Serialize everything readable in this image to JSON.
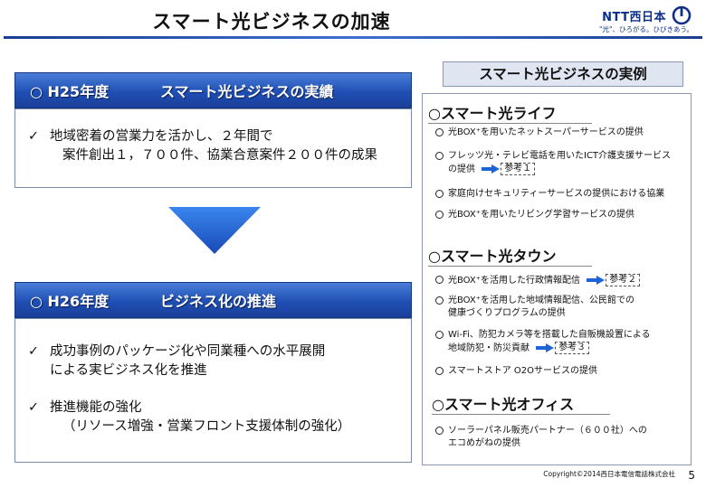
{
  "header": {
    "title": "スマート光ビジネスの加速",
    "logo_name": "NTT西日本",
    "logo_tagline": "\"光\"、ひろがる。ひびきあう。"
  },
  "left": {
    "box1": {
      "year": "○ H25年度",
      "heading": "スマート光ビジネスの実績",
      "check": "✓",
      "lines": [
        "地域密着の営業力を活かし、２年間で",
        "案件創出１，７００件、協業合意案件２００件の成果"
      ]
    },
    "box2": {
      "year": "○ H26年度",
      "heading": "ビジネス化の推進",
      "check": "✓",
      "bullet1": [
        "成功事例のパッケージ化や同業種への水平展開",
        "による実ビジネス化を推進"
      ],
      "bullet2": [
        "推進機能の強化",
        "（リソース増強・営業フロント支援体制の強化）"
      ]
    }
  },
  "right": {
    "header": "スマート光ビジネスの実例",
    "sections": [
      {
        "title": "○スマート光ライフ",
        "items": [
          {
            "lines": [
              "光BOX⁺を用いたネットスーパーサービスの提供"
            ],
            "ref": ""
          },
          {
            "lines": [
              "フレッツ光・テレビ電話を用いたICT介護支援サービス",
              "の提供"
            ],
            "ref": "参考１"
          },
          {
            "lines": [
              "家庭向けセキュリティーサービスの提供における協業"
            ],
            "ref": ""
          },
          {
            "lines": [
              "光BOX⁺を用いたリビング学習サービスの提供"
            ],
            "ref": ""
          }
        ]
      },
      {
        "title": "○スマート光タウン",
        "items": [
          {
            "lines": [
              "光BOX⁺を活用した行政情報配信"
            ],
            "ref": "参考２"
          },
          {
            "lines": [
              "光BOX⁺を活用した地域情報配信、公民館での",
              "健康づくりプログラムの提供"
            ],
            "ref": ""
          },
          {
            "lines": [
              "Wi-Fi、防犯カメラ等を搭載した自販機設置による",
              "地域防犯・防災貢献"
            ],
            "ref": "参考３"
          },
          {
            "lines": [
              "スマートストア O2Oサービスの提供"
            ],
            "ref": ""
          }
        ]
      },
      {
        "title": "○スマート光オフィス",
        "items": [
          {
            "lines": [
              "ソーラーパネル販売パートナー（６００社）への",
              "エコめがねの提供"
            ],
            "ref": ""
          }
        ]
      }
    ]
  },
  "footer": {
    "copyright": "Copyright©2014西日本電信電話株式会社",
    "page": "5"
  },
  "colors": {
    "band_blue": "#1f4fb4",
    "rule_blue": "#1a3d8f",
    "arrow_blue": "#1e63d8",
    "panel_header_bg": "#dfe6f2"
  }
}
